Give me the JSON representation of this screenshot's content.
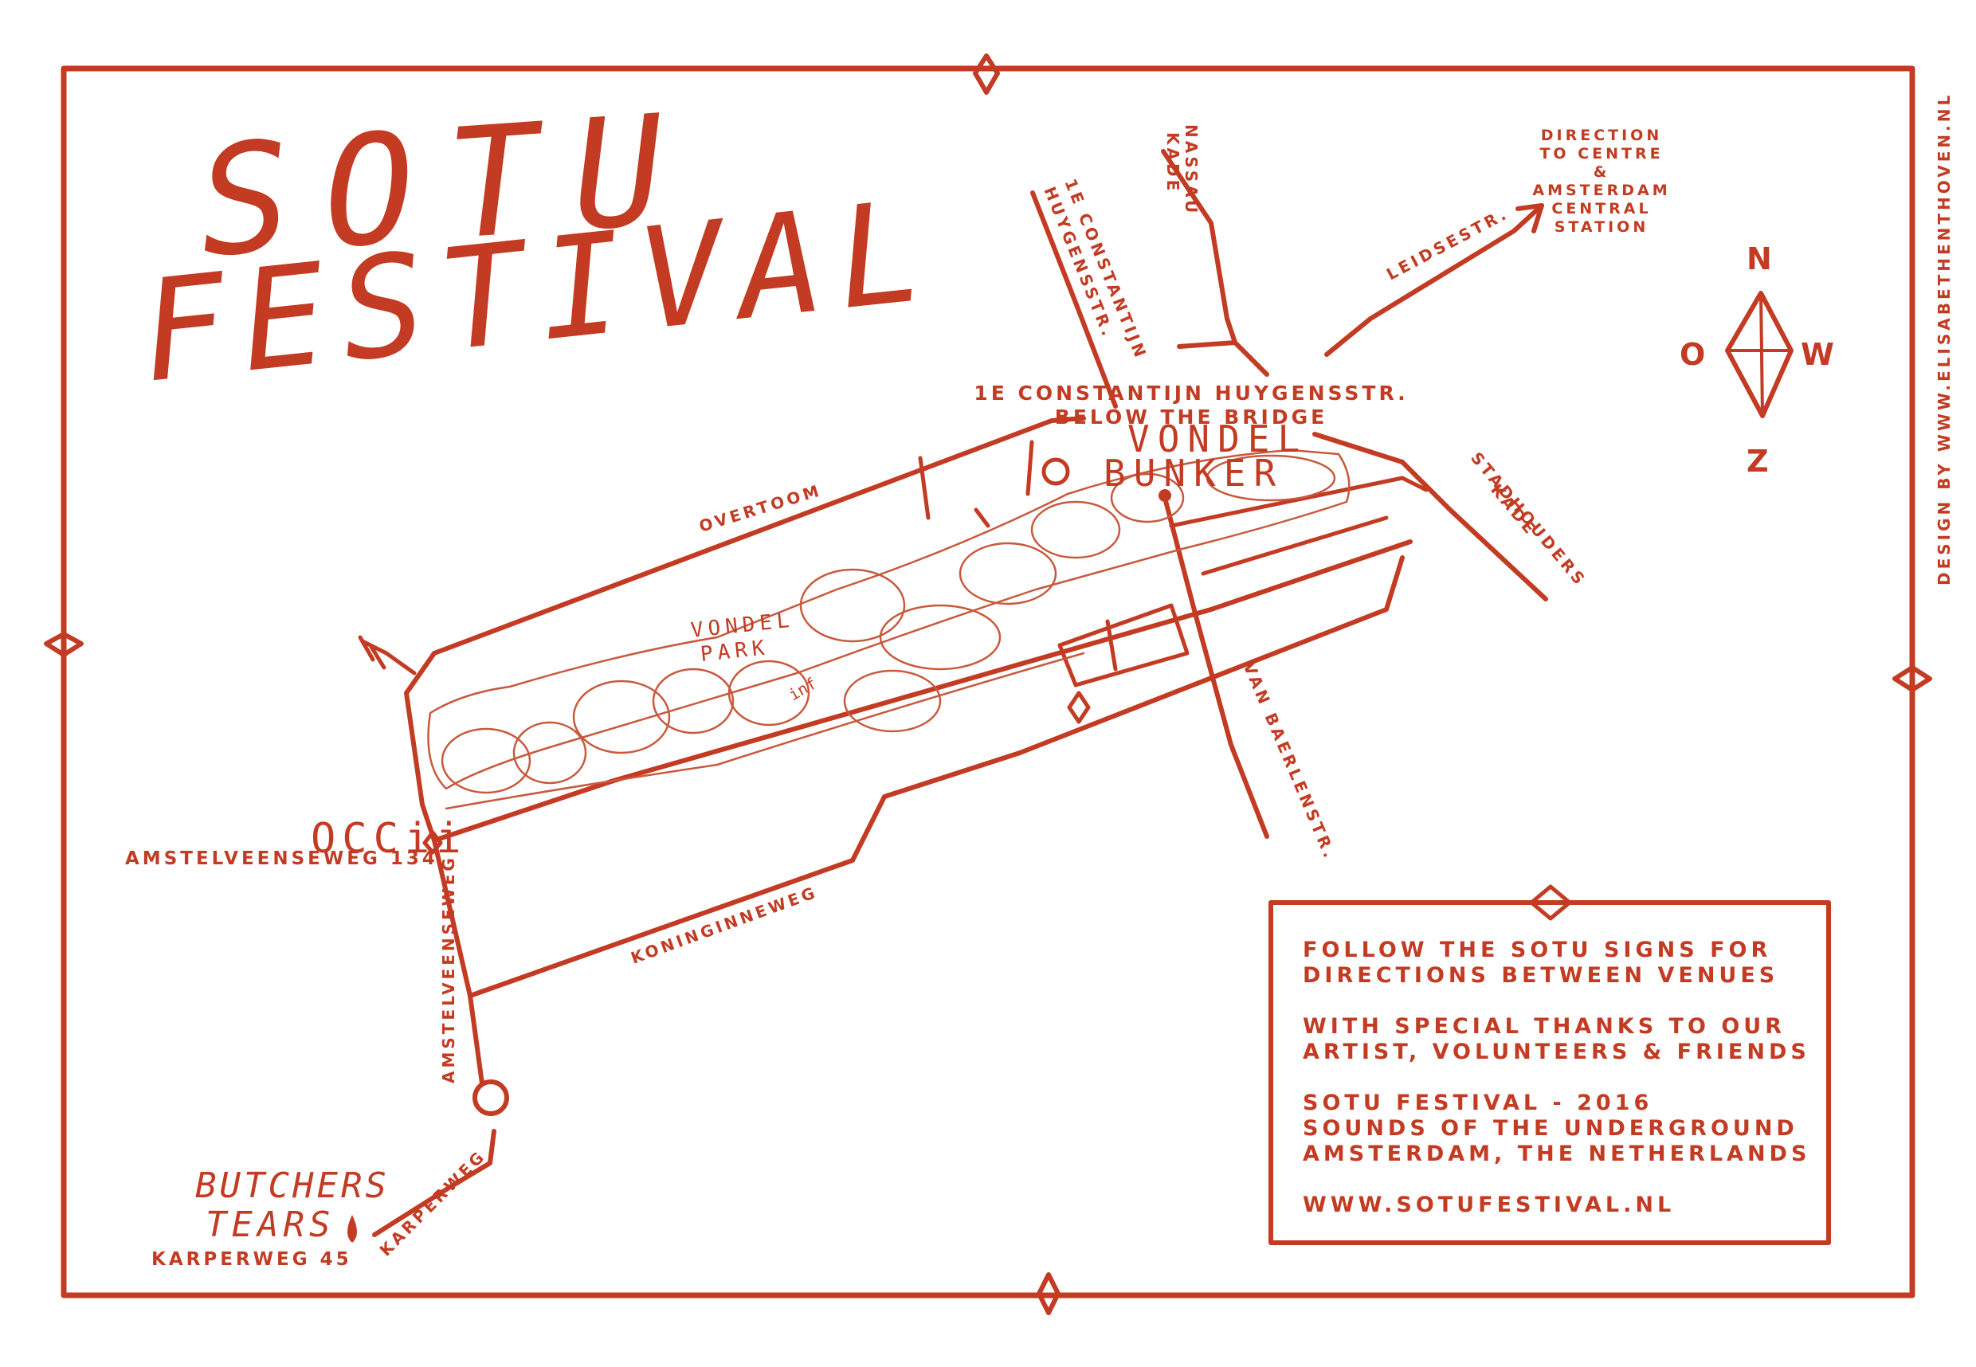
{
  "title": {
    "line1": "SOTU",
    "line2": "FESTIVAL"
  },
  "streets": {
    "constantijn_north": [
      "1E CONSTANTIJN",
      "HUYGENSSTR."
    ],
    "nassau": [
      "NASSAU",
      "KADE"
    ],
    "leidsestr": "LEIDSESTR.",
    "overtoom": "OVERTOOM",
    "stadhouders": [
      "STADHOUDERS",
      "KADE"
    ],
    "van_baerle": "VAN BAERLENSTR.",
    "koninginneweg": "KONINGINNEWEG",
    "amstelveenseweg": "AMSTELVEENSEWEG",
    "karperweg": "KARPERWEG"
  },
  "direction": [
    "DIRECTION",
    "TO CENTRE",
    "&",
    "AMSTERDAM",
    "CENTRAL",
    "STATION"
  ],
  "venues": {
    "vondel_bunker": {
      "note1": "1E CONSTANTIJN HUYGENSSTR.",
      "note2": "BELOW THE BRIDGE",
      "name1": "VONDEL",
      "name2": "BUNKER"
    },
    "occii": {
      "name": "OCCii",
      "address": "AMSTELVEENSEWEG 134"
    },
    "butchers": {
      "name1": "BUTCHERS",
      "name2": "TEARS",
      "address": "KARPERWEG 45"
    }
  },
  "park": {
    "name1": "VONDEL",
    "name2": "PARK",
    "info": "inf"
  },
  "compass": {
    "n": "N",
    "o": "O",
    "w": "W",
    "z": "Z"
  },
  "credit": "DESIGN BY WWW.ELISABETHENTHOVEN.NL",
  "info_box": {
    "lines": [
      "FOLLOW THE SOTU SIGNS FOR",
      "DIRECTIONS BETWEEN VENUES",
      "",
      "WITH SPECIAL THANKS TO OUR",
      "ARTIST, VOLUNTEERS & FRIENDS",
      "",
      "SOTU FESTIVAL - 2016",
      "SOUNDS OF THE UNDERGROUND",
      "AMSTERDAM, THE NETHERLANDS",
      "",
      "WWW.SOTUFESTIVAL.NL"
    ]
  },
  "colors": {
    "ink": "#c23b22",
    "background": "#ffffff"
  },
  "icons": [
    "diamond-marker-icon",
    "compass-rose-icon",
    "arrow-icon",
    "venue-dot-icon",
    "drop-icon"
  ]
}
